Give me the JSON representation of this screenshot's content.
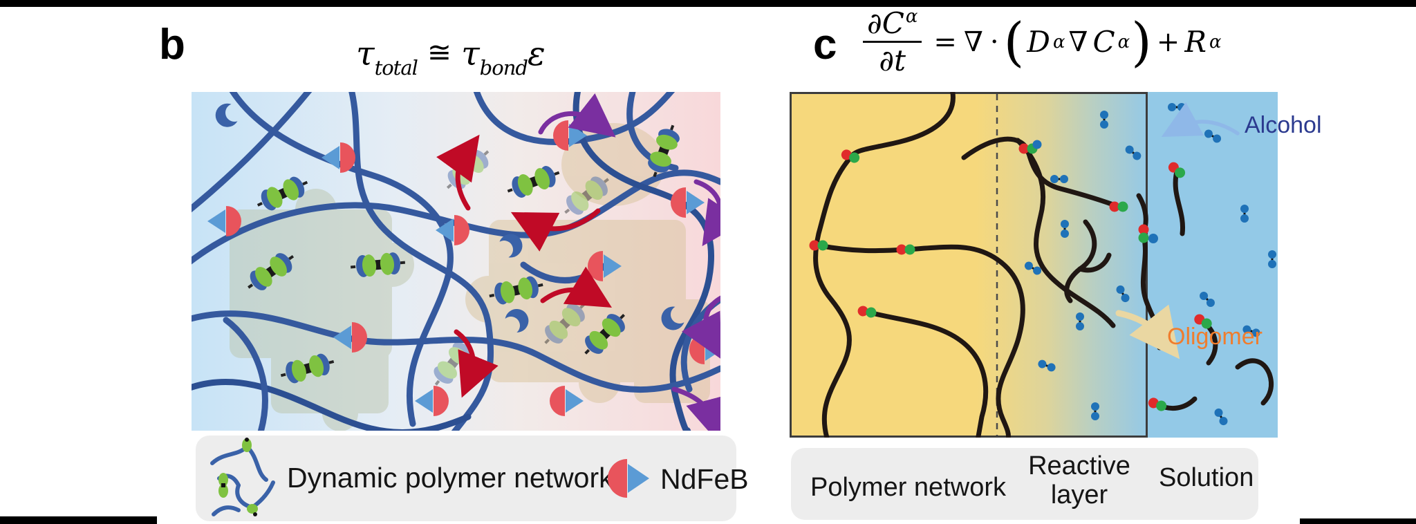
{
  "panel_b": {
    "label": "b",
    "equation": {
      "tau1": "τ",
      "sub1": "total",
      "approx": "≅",
      "tau2": "τ",
      "sub2": "bond",
      "epsilon": "ε"
    },
    "legend": {
      "network_label": "Dynamic polymer network",
      "ndfeb_label": "NdFeB"
    },
    "colors": {
      "gradient_left": "#c7e3f6",
      "gradient_right": "#f8d8da",
      "strand_blue": "#35599e",
      "bead_green": "#7fc241",
      "ndfeb_red": "#e8545c",
      "ndfeb_blue": "#5b9bd5",
      "arrow_red": "#c00a26",
      "arrow_purple": "#7a2fa0"
    }
  },
  "panel_c": {
    "label": "c",
    "equation": {
      "num_base": "∂C",
      "num_sup": "α",
      "den": "∂t",
      "equals": "=",
      "nabla": "∇",
      "cdot": "·",
      "lparen": "(",
      "diff": "D",
      "diff_sup": "α",
      "grad": "∇",
      "conc": "C",
      "conc_sup": "α",
      "rparen": ")",
      "plus": "+",
      "react": "R",
      "react_sup": "α"
    },
    "annotations": {
      "alcohol": "Alcohol",
      "oligomer": "Oligomer"
    },
    "regions": {
      "polymer": "Polymer network",
      "reactive": "Reactive layer",
      "solution": "Solution"
    },
    "colors": {
      "network_bg": "#f6d87c",
      "solution_bg": "#93c9e7",
      "chain_black": "#201713",
      "bead_red": "#e02b2b",
      "bead_green": "#2ba84a",
      "molecule_blue": "#1f72b8",
      "alcohol_text": "#2b3a8f",
      "oligomer_text": "#f07d2d",
      "alcohol_arrow": "#8fb8e8",
      "oligomer_arrow": "#ead7a2"
    }
  }
}
